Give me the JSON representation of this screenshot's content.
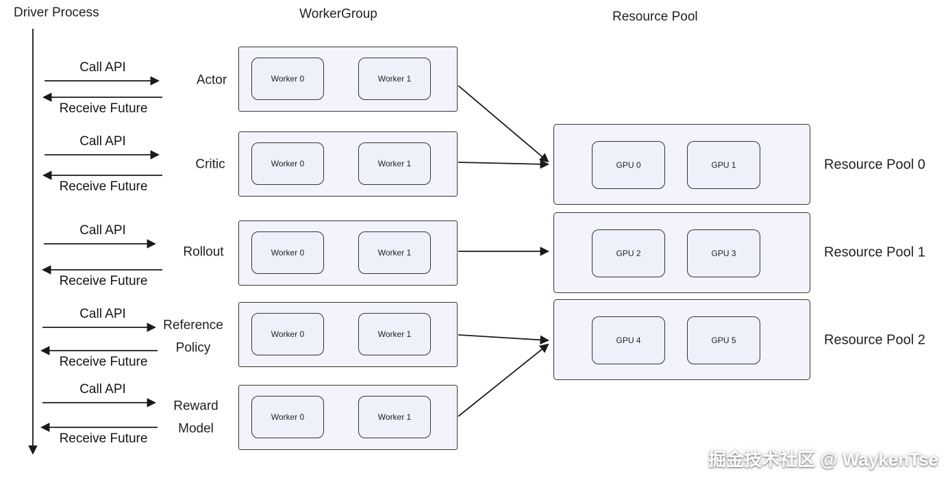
{
  "titles": {
    "driver": "Driver Process",
    "worker_group": "WorkerGroup",
    "resource_pool": "Resource Pool"
  },
  "driver_calls": [
    {
      "call": "Call API",
      "receive": "Receive Future"
    },
    {
      "call": "Call API",
      "receive": "Receive Future"
    },
    {
      "call": "Call API",
      "receive": "Receive Future"
    },
    {
      "call": "Call API",
      "receive": "Receive Future"
    },
    {
      "call": "Call API",
      "receive": "Receive Future"
    }
  ],
  "worker_groups": [
    {
      "label": "Actor",
      "workers": [
        "Worker 0",
        "Worker 1"
      ]
    },
    {
      "label": "Critic",
      "workers": [
        "Worker 0",
        "Worker 1"
      ]
    },
    {
      "label": "Rollout",
      "workers": [
        "Worker 0",
        "Worker 1"
      ]
    },
    {
      "label": "Reference Policy",
      "workers": [
        "Worker 0",
        "Worker 1"
      ]
    },
    {
      "label": "Reward Model",
      "workers": [
        "Worker 0",
        "Worker 1"
      ]
    }
  ],
  "resource_pools": [
    {
      "label": "Resource Pool 0",
      "gpus": [
        "GPU 0",
        "GPU 1"
      ]
    },
    {
      "label": "Resource Pool 1",
      "gpus": [
        "GPU 2",
        "GPU 3"
      ]
    },
    {
      "label": "Resource Pool 2",
      "gpus": [
        "GPU 4",
        "GPU 5"
      ]
    }
  ],
  "colors": {
    "box_fill_outer": "#f3f4fb",
    "box_fill_inner": "#eef0fa",
    "box_border": "#333333",
    "arrow": "#1a1a1a",
    "text": "#1f1f1f"
  },
  "watermark": "掘金技术社区 @ WaykenTse"
}
